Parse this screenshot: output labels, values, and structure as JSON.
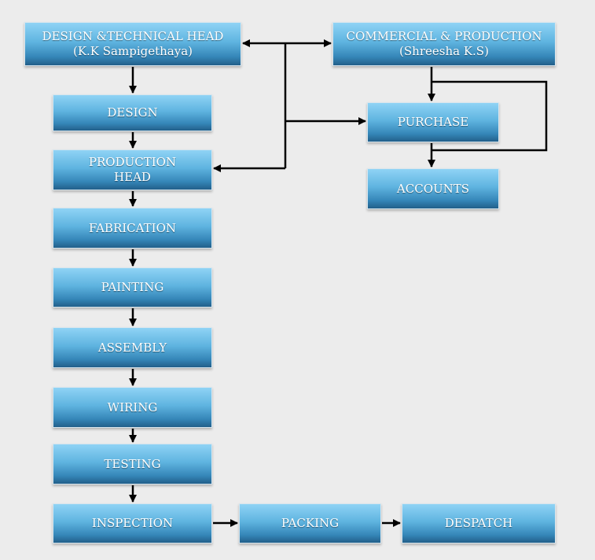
{
  "nodes": {
    "design_head": {
      "line1": "DESIGN &TECHNICAL HEAD",
      "line2": "(K.K Sampigethaya)"
    },
    "commercial": {
      "line1": "COMMERCIAL & PRODUCTION",
      "line2": "(Shreesha K.S)"
    },
    "design": {
      "label": "DESIGN"
    },
    "purchase": {
      "label": "PURCHASE"
    },
    "production_head": {
      "line1": "PRODUCTION",
      "line2": "HEAD"
    },
    "accounts": {
      "label": "ACCOUNTS"
    },
    "fabrication": {
      "label": "FABRICATION"
    },
    "painting": {
      "label": "PAINTING"
    },
    "assembly": {
      "label": "ASSEMBLY"
    },
    "wiring": {
      "label": "WIRING"
    },
    "testing": {
      "label": "TESTING"
    },
    "inspection": {
      "label": "INSPECTION"
    },
    "packing": {
      "label": "PACKING"
    },
    "despatch": {
      "label": "DESPATCH"
    }
  },
  "colors": {
    "box_top": "#8fd3f5",
    "box_bottom": "#225f8a",
    "connector": "#000000",
    "background": "#ececec"
  }
}
